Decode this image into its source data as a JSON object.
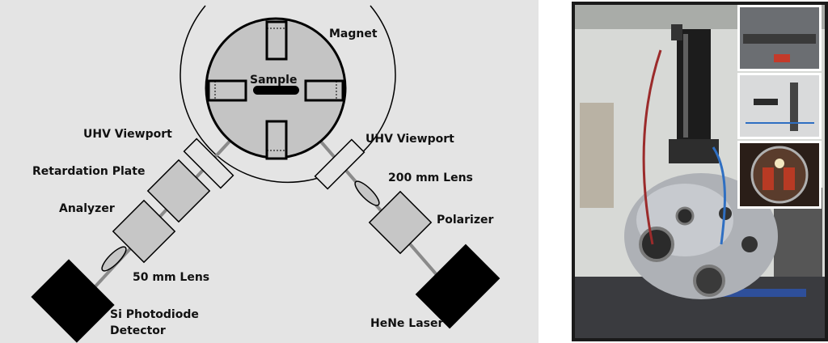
{
  "diagram": {
    "labels": {
      "magnet": "Magnet",
      "sample": "Sample",
      "uhv_viewport_left": "UHV Viewport",
      "uhv_viewport_right": "UHV Viewport",
      "retardation_plate": "Retardation Plate",
      "analyzer": "Analyzer",
      "lens_50": "50 mm Lens",
      "lens_200": "200 mm Lens",
      "polarizer": "Polarizer",
      "detector_line1": "Si Photodiode",
      "detector_line2": "Detector",
      "laser": "HeNe Laser"
    },
    "colors": {
      "background": "#e4e4e4",
      "component_fill": "#c6c6c6",
      "chamber_fill": "#c4c4c4",
      "black": "#000000",
      "beam": "#8a8a8a"
    }
  },
  "photo": {
    "description_icons": [
      "vacuum-chamber-photo",
      "inset-photo-top",
      "inset-photo-middle",
      "inset-photo-bottom"
    ]
  }
}
